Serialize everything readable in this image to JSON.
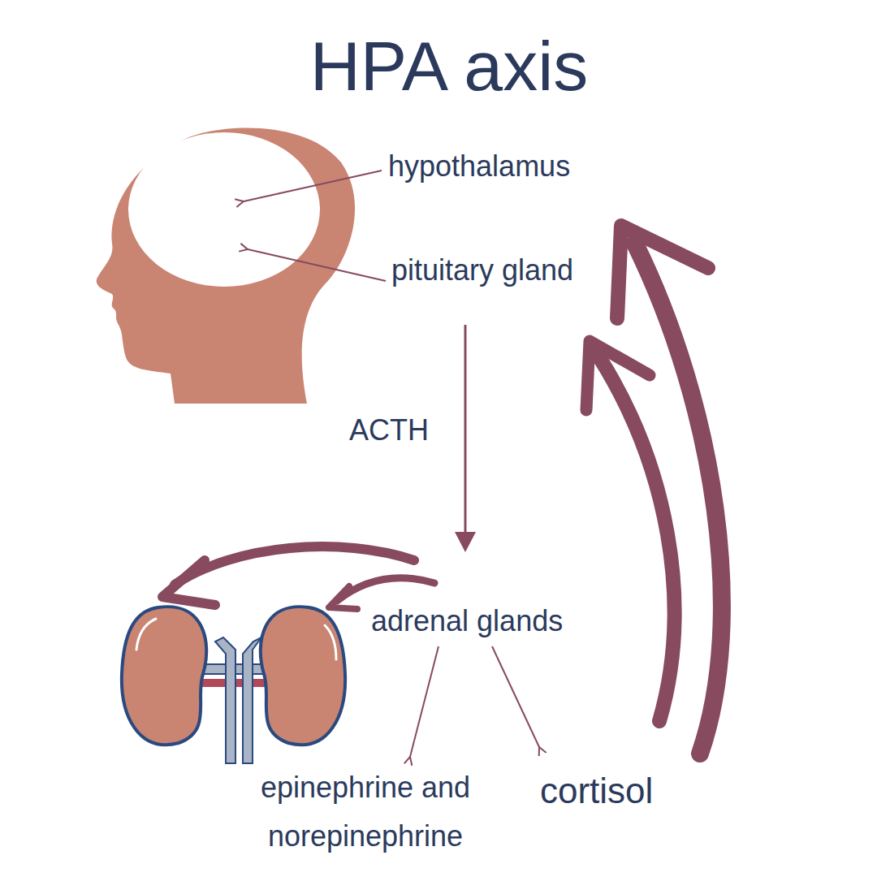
{
  "diagram": {
    "title": "HPA axis",
    "labels": [
      "hypothalamus",
      "pituitary gland",
      "ACTH",
      "adrenal glands",
      "epinephrine and norepinephrine",
      "cortisol"
    ]
  }
}
